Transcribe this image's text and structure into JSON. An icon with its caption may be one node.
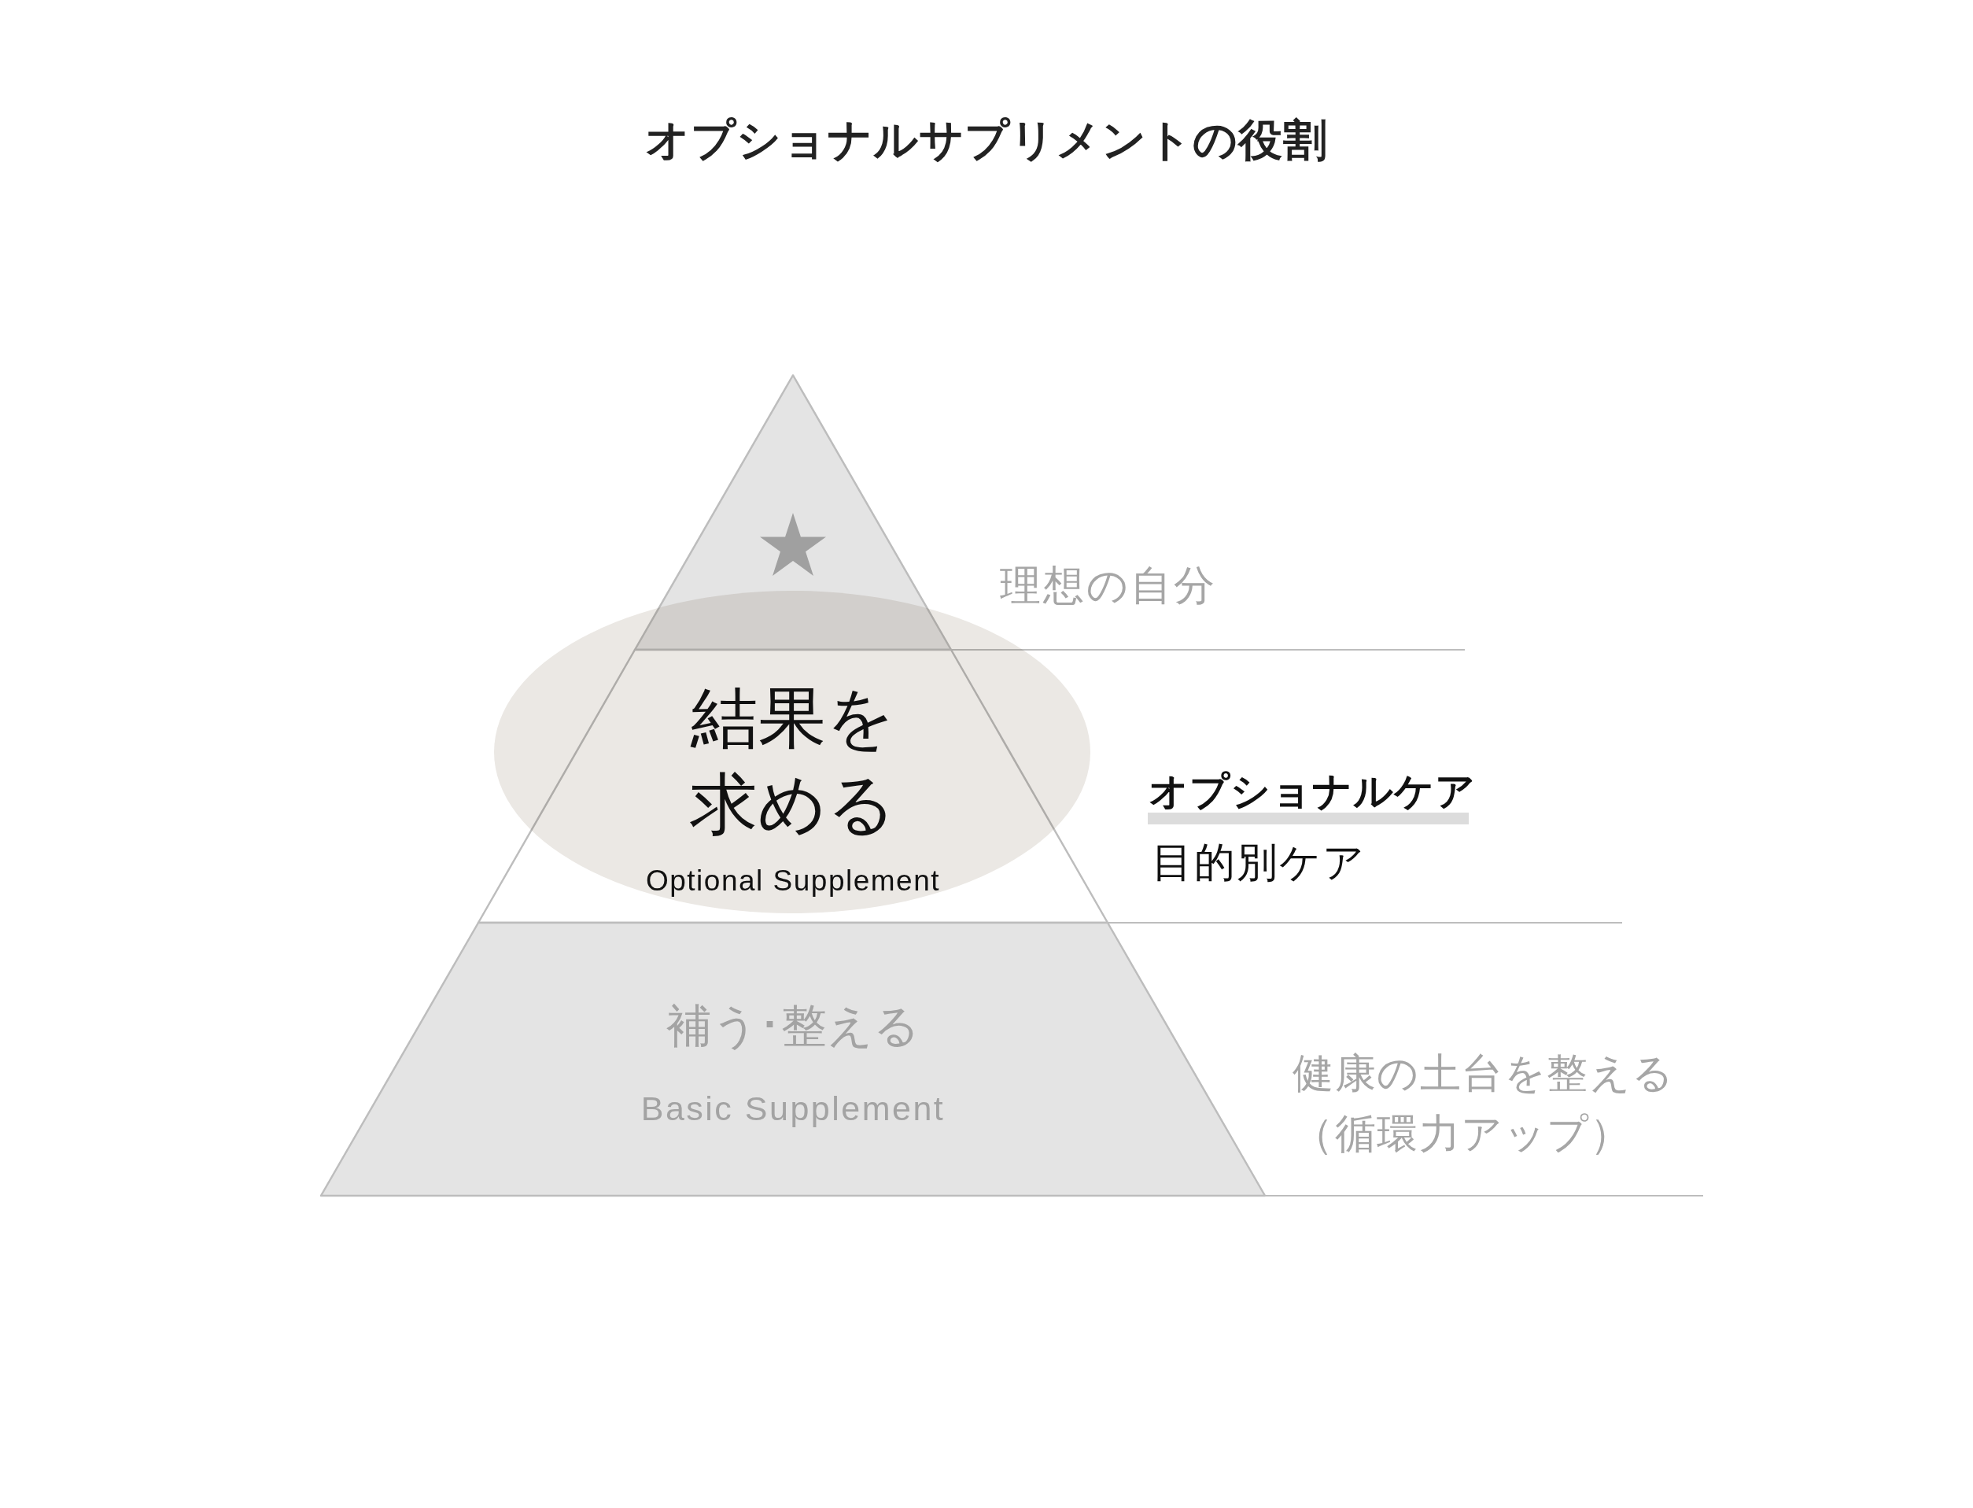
{
  "diagram": {
    "title": "オプショナルサプリメントの役割",
    "nodes": [
      {
        "text": [],
        "shape": "triangle",
        "beside": [
          "理想の自分"
        ]
      },
      {
        "text": [
          "結果を求める",
          "Optional Supplement"
        ],
        "beside": [
          "オプショナルケア",
          "目的別ケア"
        ]
      },
      {
        "text": [
          "補う･整える",
          "Basic Supplement"
        ],
        "beside": [
          "健康の土台を整える（循環力アップ）"
        ]
      }
    ]
  }
}
